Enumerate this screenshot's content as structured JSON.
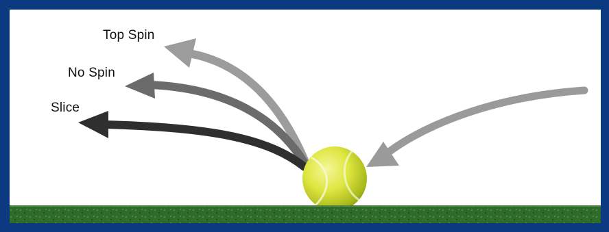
{
  "labels": {
    "top_spin": "Top Spin",
    "no_spin": "No Spin",
    "slice": "Slice"
  },
  "colors": {
    "frame": "#0b3a80",
    "panel_background": "#ffffff",
    "top_spin_arrow": "#9c9c9c",
    "no_spin_arrow": "#6b6b6b",
    "slice_arrow": "#2f2f2f",
    "incoming_arrow": "#9a9a9a",
    "ball": "#d8e23a",
    "grass": "#2f6b2a"
  },
  "icons": {
    "ball": "tennis-ball-icon",
    "ground": "grass-court"
  }
}
